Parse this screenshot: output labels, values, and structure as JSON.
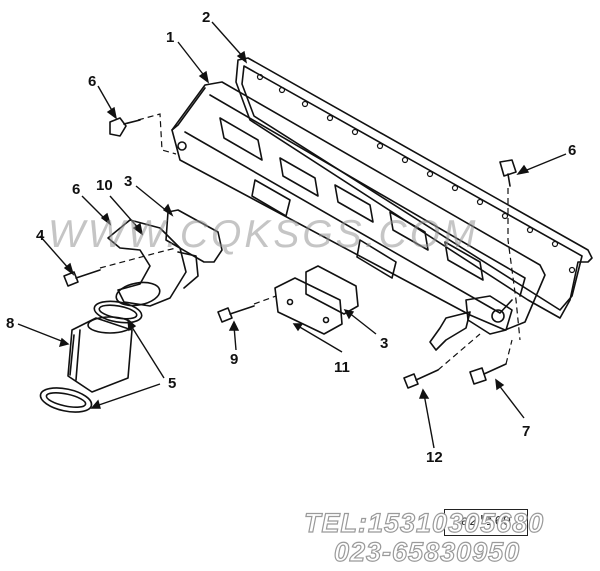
{
  "diagram": {
    "callouts": [
      {
        "id": "1",
        "text": "1"
      },
      {
        "id": "2",
        "text": "2"
      },
      {
        "id": "3a",
        "text": "3"
      },
      {
        "id": "3b",
        "text": "3"
      },
      {
        "id": "4",
        "text": "4"
      },
      {
        "id": "5",
        "text": "5"
      },
      {
        "id": "6a",
        "text": "6"
      },
      {
        "id": "6b",
        "text": "6"
      },
      {
        "id": "6c",
        "text": "6"
      },
      {
        "id": "7",
        "text": "7"
      },
      {
        "id": "8",
        "text": "8"
      },
      {
        "id": "9",
        "text": "9"
      },
      {
        "id": "10",
        "text": "10"
      },
      {
        "id": "11",
        "text": "11"
      },
      {
        "id": "12",
        "text": "12"
      }
    ],
    "stamp_text": "a2'i69",
    "watermark_text": "WWW.CQKSGS.COM",
    "contact_tel": "TEL:15310305680",
    "contact_phone": "023-65830950"
  },
  "colors": {
    "line": "#111111",
    "watermark": "#969696"
  }
}
